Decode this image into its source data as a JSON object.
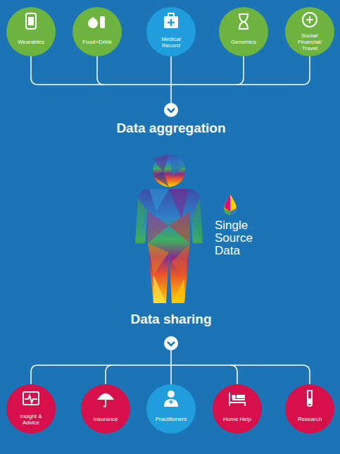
{
  "diagram": {
    "nodes": [
      {
        "text": [
          "Wearables"
        ]
      },
      {
        "text": [
          "Food+Drink"
        ]
      },
      {
        "text": [
          "Medical Record"
        ]
      },
      {
        "text": [
          "Genomics"
        ]
      },
      {
        "text": [
          "Social/ Financial/ Travel"
        ]
      },
      {
        "text": [
          "Insight & Advice"
        ]
      },
      {
        "text": [
          "Insurance"
        ]
      },
      {
        "text": [
          "Practitioners"
        ]
      },
      {
        "text": [
          "Home Help"
        ]
      },
      {
        "text": [
          "Research"
        ]
      }
    ],
    "labels": [
      "Data aggregation",
      "Single Source Data",
      "Data sharing"
    ]
  }
}
